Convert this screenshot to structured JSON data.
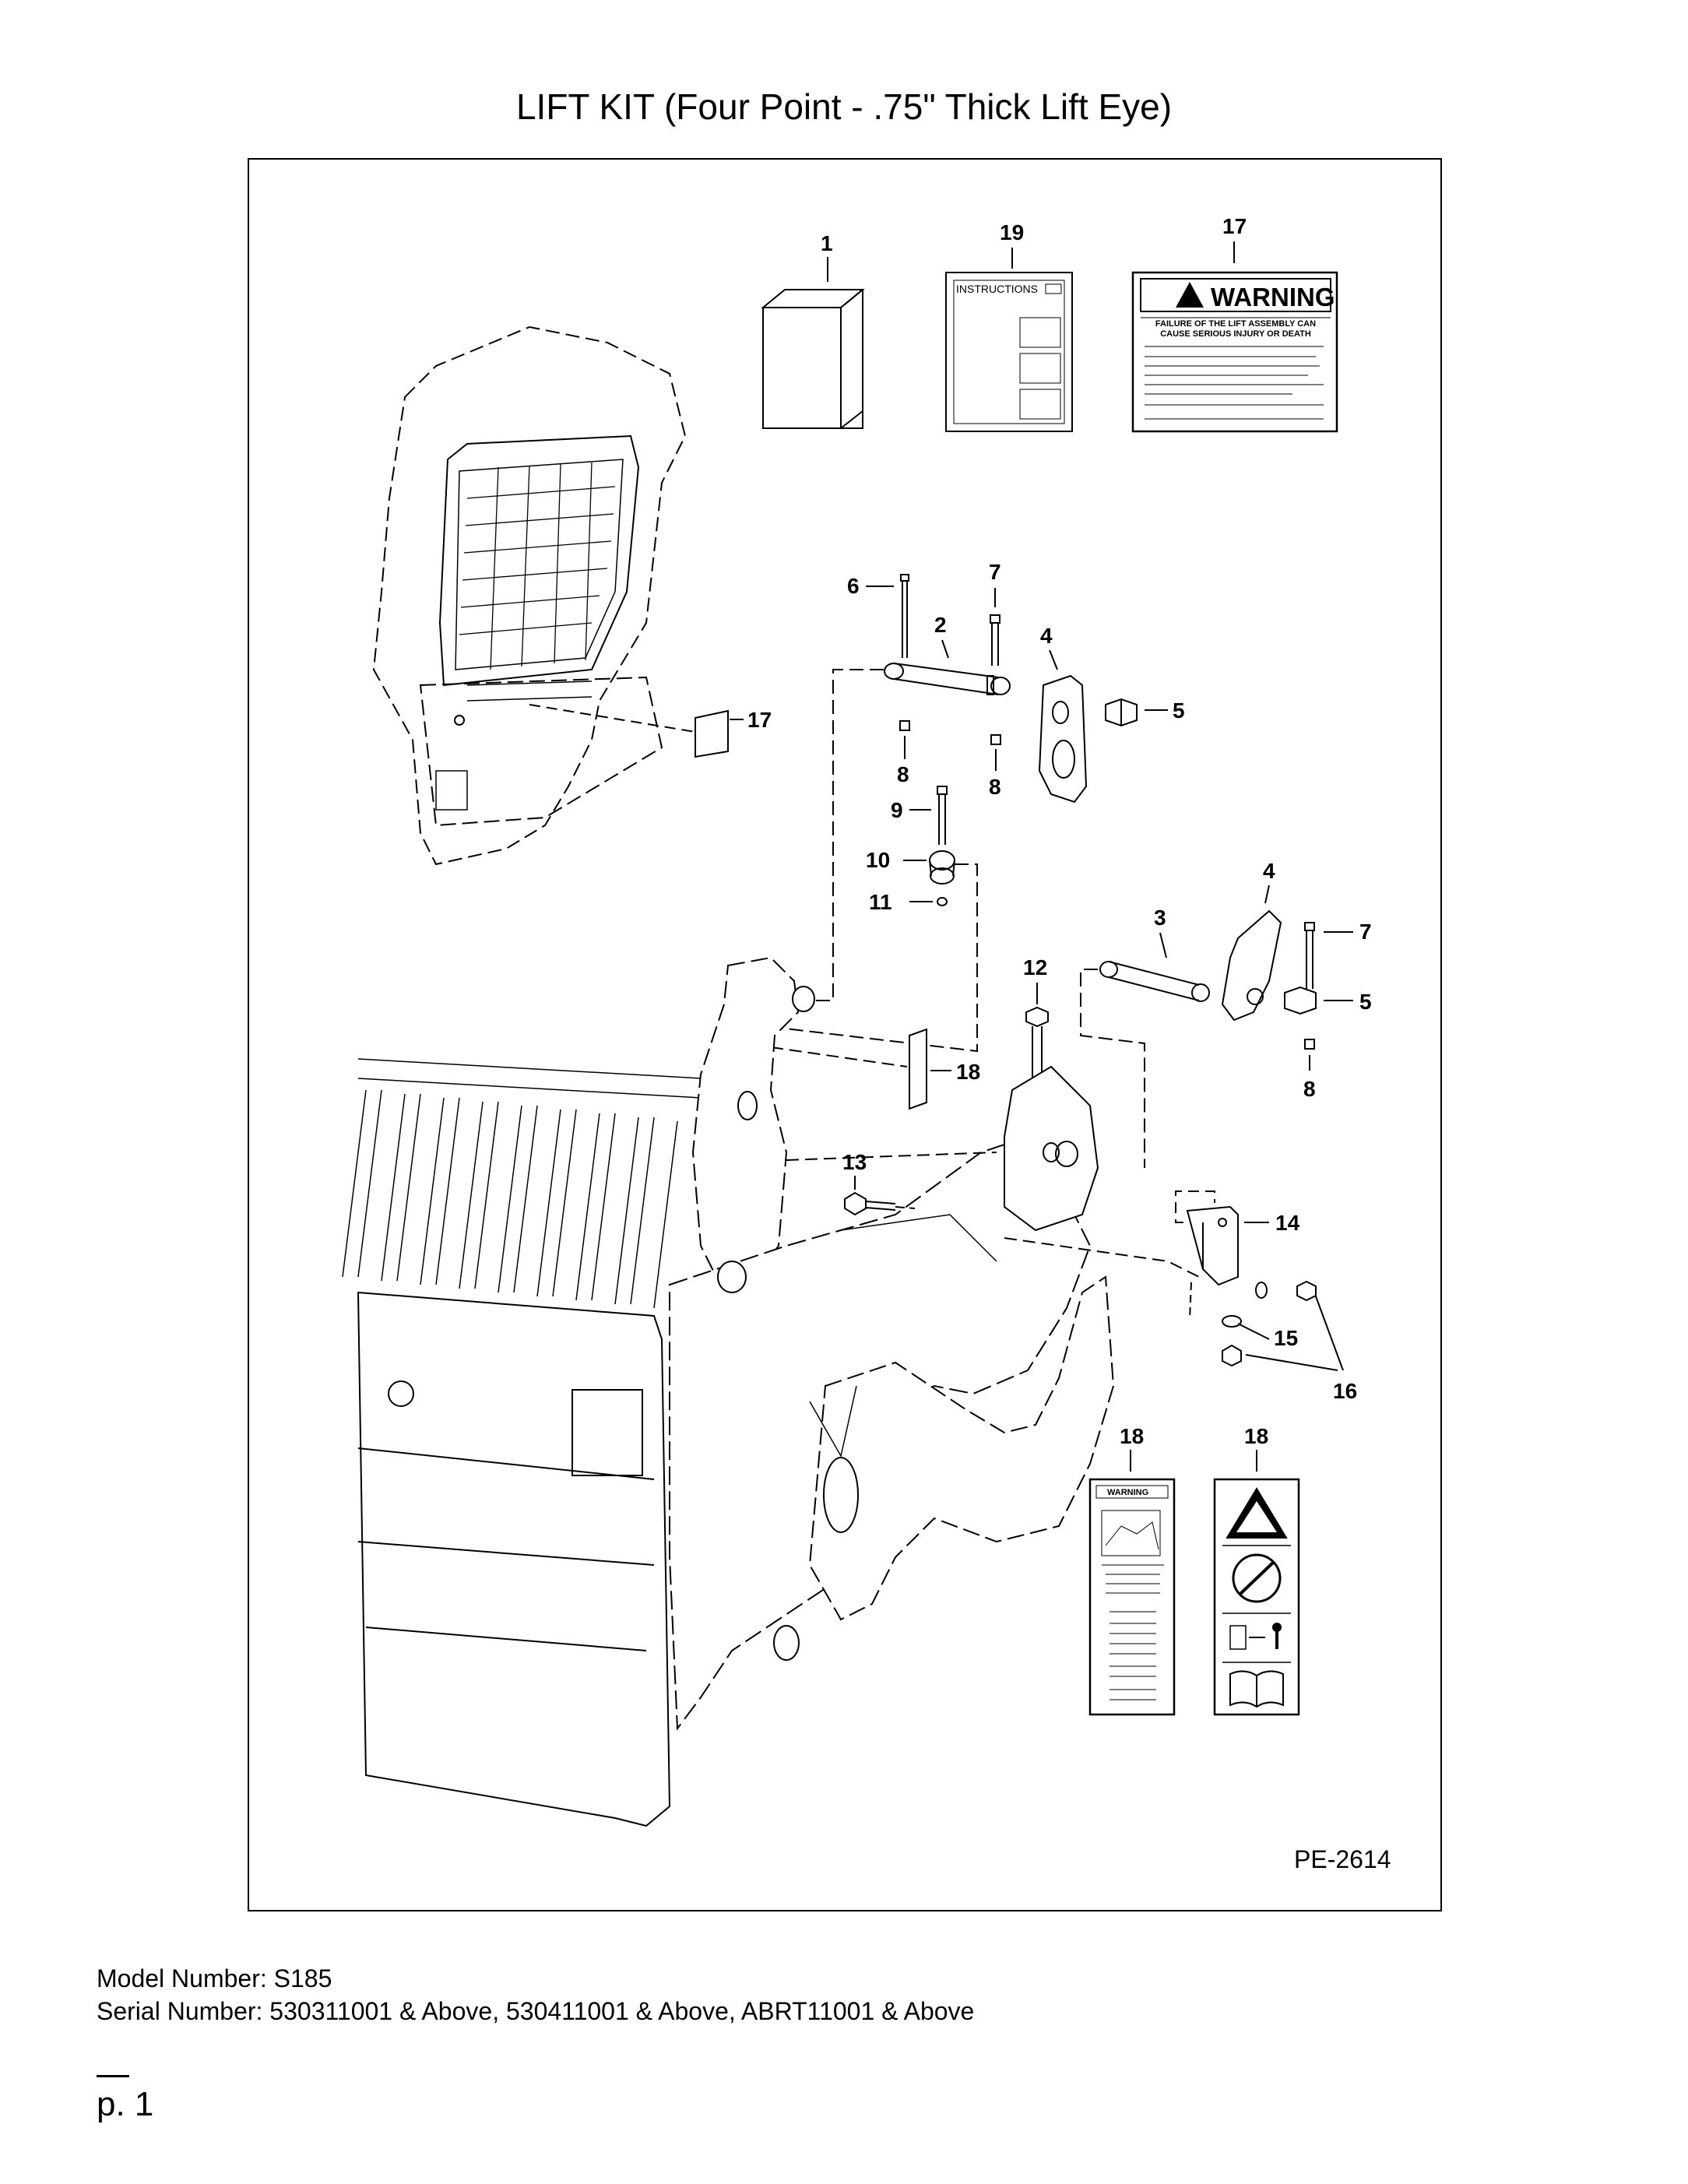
{
  "page": {
    "title": "LIFT KIT (Four Point - .75\" Thick Lift Eye)",
    "drawing_ref": "PE-2614",
    "model_line": "Model Number: S185",
    "serial_line": "Serial Number: 530311001 & Above, 530411001 & Above, ABRT11001 & Above",
    "page_number": "p. 1"
  },
  "decals": {
    "instructions": "INSTRUCTIONS",
    "warning_title": "WARNING",
    "warning_headline": "FAILURE OF THE LIFT ASSEMBLY CAN CAUSE SERIOUS INJURY OR DEATH",
    "small_warning_title": "WARNING"
  },
  "callouts": {
    "c1": "1",
    "c19": "19",
    "c17a": "17",
    "c6": "6",
    "c7a": "7",
    "c2": "2",
    "c4a": "4",
    "c5a": "5",
    "c17b": "17",
    "c8a": "8",
    "c8b": "8",
    "c9": "9",
    "c10": "10",
    "c11": "11",
    "c4b": "4",
    "c3": "3",
    "c7b": "7",
    "c12": "12",
    "c5b": "5",
    "c18a": "18",
    "c8c": "8",
    "c13": "13",
    "c14": "14",
    "c15": "15",
    "c16": "16",
    "c18b": "18",
    "c18c": "18"
  }
}
